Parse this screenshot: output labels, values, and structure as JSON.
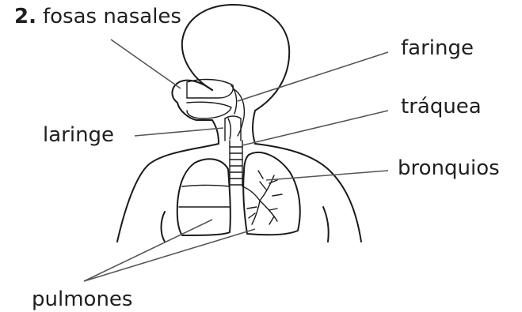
{
  "figure": {
    "number": "2.",
    "labels": {
      "fosas_nasales": "fosas nasales",
      "faringe": "faringe",
      "laringe": "laringe",
      "traquea": "tráquea",
      "bronquios": "bronquios",
      "pulmones": "pulmones"
    }
  }
}
